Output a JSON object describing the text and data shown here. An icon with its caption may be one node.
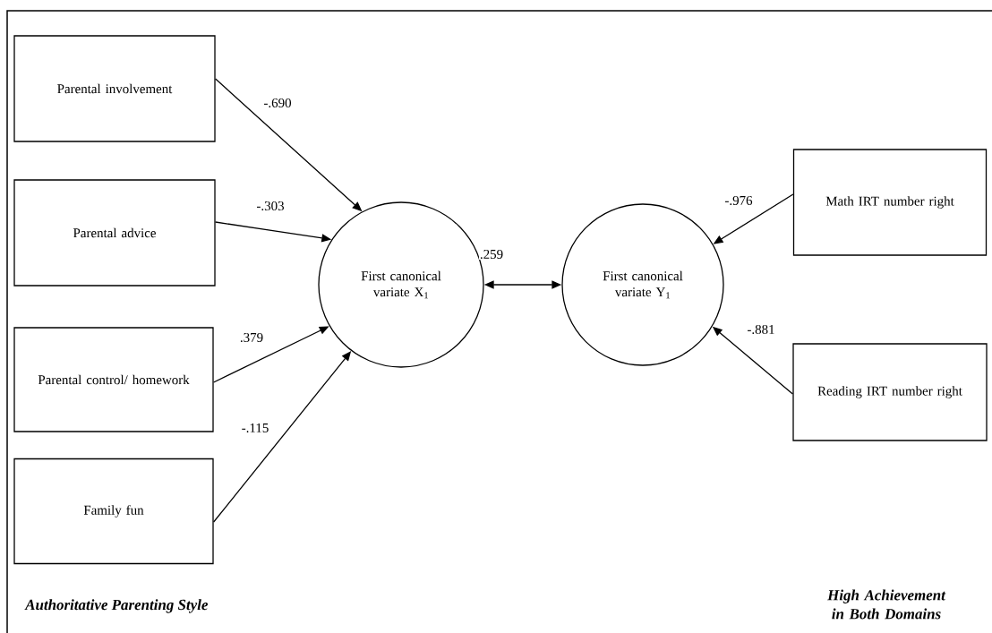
{
  "diagram": {
    "nodes": [
      {
        "text": [
          "Parental involvement"
        ]
      },
      {
        "text": [
          "Parental advice"
        ]
      },
      {
        "text": [
          "Parental control/ homework"
        ]
      },
      {
        "text": [
          "Family fun"
        ]
      },
      {
        "text": [
          "First canonical variate X$_{1}$"
        ]
      },
      {
        "text": [
          "First canonical variate Y$_{1}$"
        ]
      },
      {
        "text": [
          "Math IRT number right"
        ]
      },
      {
        "text": [
          "Reading IRT number right"
        ]
      }
    ],
    "edges": [
      {
        "from": 0,
        "to": 4,
        "arrow": "to",
        "label": "-.690"
      },
      {
        "from": 1,
        "to": 4,
        "arrow": "to",
        "label": "-.303"
      },
      {
        "from": 2,
        "to": 4,
        "arrow": "to",
        "label": ".379"
      },
      {
        "from": 3,
        "to": 4,
        "arrow": "to",
        "label": "-.115"
      },
      {
        "from": 4,
        "to": 5,
        "arrow": "both",
        "label": ".259"
      },
      {
        "from": 6,
        "to": 5,
        "arrow": "to",
        "label": "-.976"
      },
      {
        "from": 7,
        "to": 5,
        "arrow": "to",
        "label": "-.881"
      }
    ],
    "labels": [
      "Authoritative Parenting Style",
      "High Achievement in Both Domains"
    ]
  }
}
